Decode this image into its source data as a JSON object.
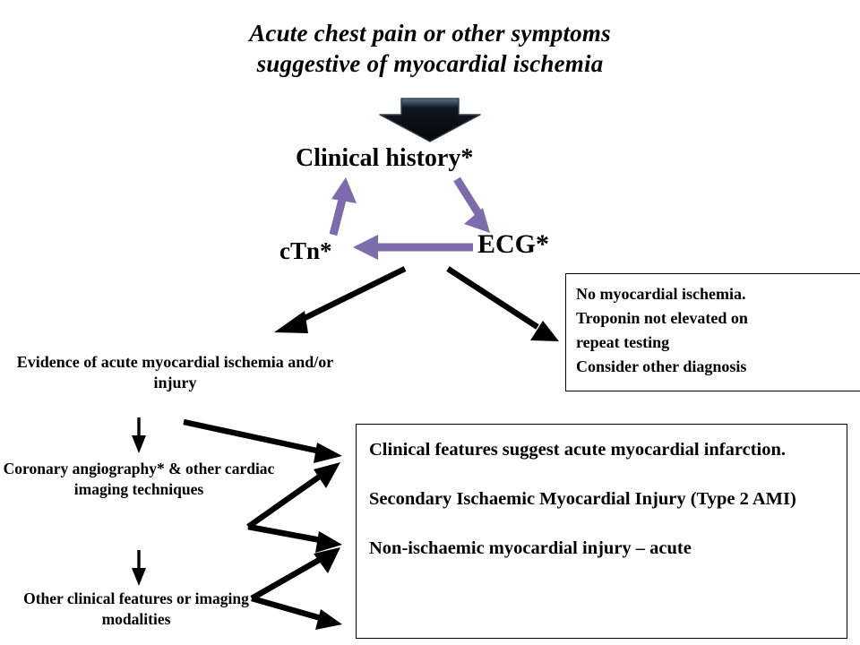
{
  "diagram": {
    "title_lines": [
      "Acute chest pain or other symptoms",
      "suggestive of myocardial ischemia"
    ],
    "nodes": {
      "clinical_history": "Clinical history*",
      "ctn": "cTn*",
      "ecg": "ECG*",
      "evidence": "Evidence of acute myocardial ischemia and/or injury",
      "coronary_angiography": "Coronary angiography* & other cardiac imaging techniques",
      "other_clinical_features": "Other clinical features or imaging modalities"
    },
    "box_no_ischemia": {
      "lines": [
        "No myocardial ischemia.",
        "Troponin not elevated on",
        "repeat testing",
        "Consider other diagnosis"
      ]
    },
    "box_outcomes": {
      "items": [
        "Clinical features suggest acute myocardial infarction.",
        "Secondary Ischaemic Myocardial Injury (Type 2 AMI)",
        "Non-ischaemic myocardial injury – acute"
      ]
    },
    "colors": {
      "purple_arrow": "#7E6BAD",
      "purple_arrow_dark": "#6C5A99",
      "black_arrow": "#000000",
      "top_arrow_fill": "#0A0A10",
      "top_arrow_edge": "#3C5470",
      "box_border": "#000000",
      "background": "#FFFFFF",
      "text": "#000000"
    },
    "icons": {
      "top": "down-arrow-icon",
      "cycle": "cycle-arrow-icon",
      "branch": "branch-arrow-icon",
      "thin": "thin-down-arrow-icon",
      "zigzag": "zigzag-arrow-icon"
    }
  }
}
